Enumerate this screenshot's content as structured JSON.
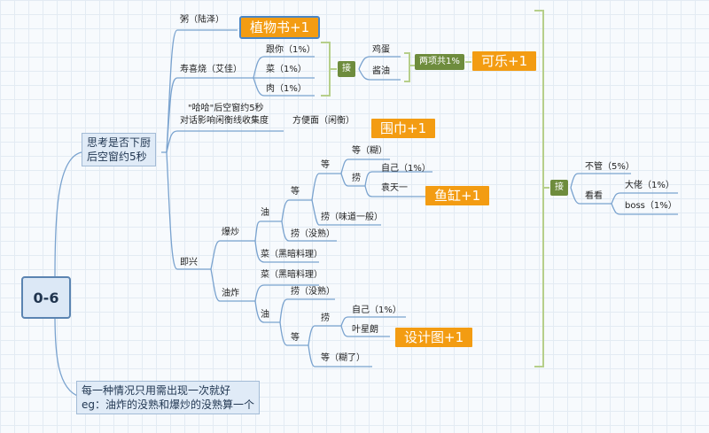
{
  "root": "0-6",
  "main_branch": {
    "line1": "思考是否下厨",
    "line2": "后空窗约5秒"
  },
  "note": {
    "line1": "每一种情况只用需出现一次就好",
    "line2": "eg：油炸的没熟和爆炒的没熟算一个"
  },
  "congee": {
    "label": "粥（陆泽）",
    "reward": "植物书+1"
  },
  "sukiyaki": {
    "label": "寿喜烧（艾佳）",
    "items": [
      "跟你（1%）",
      "菜（1%）",
      "肉（1%）"
    ],
    "connector": "接",
    "next": [
      "鸡蛋",
      "酱油"
    ],
    "combo": "两项共1%",
    "reward": "可乐+1"
  },
  "instant": {
    "note_line1": "\"哈哈\"后空窗约5秒",
    "note_line2": "对话影响闲衡线收集度",
    "label": "方便面（闲衡）",
    "reward": "围巾+1"
  },
  "improv": {
    "label": "即兴",
    "stir_fry": {
      "label": "爆炒",
      "oil": "油",
      "wait": "等",
      "wait2": "等",
      "wait_burnt": "等（糊）",
      "scoop": "捞",
      "self": "自己（1%）",
      "yuan": "袁天一",
      "reward": "鱼缸+1",
      "scoop_ok": "捞（味道一般）",
      "scoop_raw": "捞（没熟）",
      "veg": "菜（黑暗料理）"
    },
    "deep_fry": {
      "label": "油炸",
      "veg": "菜（黑暗料理）",
      "oil": "油",
      "scoop_raw": "捞（没熟）",
      "wait": "等",
      "scoop": "捞",
      "self": "自己（1%）",
      "ye": "叶星朗",
      "reward": "设计图+1",
      "wait_burnt": "等（糊了）"
    }
  },
  "right": {
    "connector": "接",
    "ignore": "不管（5%）",
    "watch": "看看",
    "boss_cn": "大佬（1%）",
    "boss_en": "boss（1%）"
  },
  "colors": {
    "line": "#7aa3cf",
    "bracket": "#b6cf8a",
    "reward": "#f39c12",
    "connector": "#6e8c3d"
  }
}
